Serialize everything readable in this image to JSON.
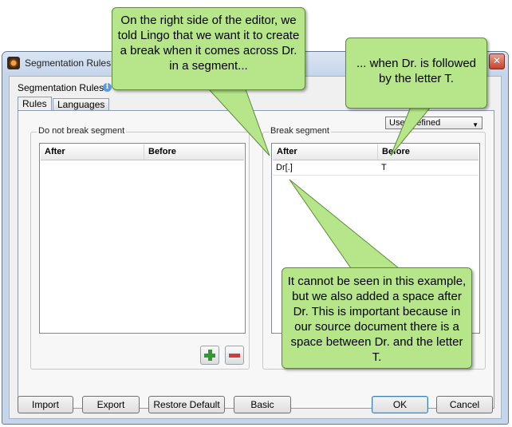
{
  "window": {
    "title": "Segmentation Rules",
    "close_glyph": "✕"
  },
  "section": {
    "label": "Segmentation Rules",
    "info_glyph": "i"
  },
  "tabs": [
    {
      "label": "Rules",
      "active": true
    },
    {
      "label": "Languages",
      "active": false
    }
  ],
  "no_break": {
    "title": "Do not break segment",
    "columns": [
      "After",
      "Before"
    ],
    "rows": []
  },
  "break": {
    "title": "Break segment",
    "columns": [
      "After",
      "Before"
    ],
    "rows": [
      {
        "after": "Dr[.]",
        "before": "T"
      }
    ]
  },
  "dropdown": {
    "value": "User Defined"
  },
  "buttons": {
    "import": "Import",
    "export": "Export",
    "restore": "Restore Default",
    "basic": "Basic",
    "ok": "OK",
    "cancel": "Cancel"
  },
  "callouts": {
    "top_left": "On the right side of the editor, we told Lingo that we want it to create a break when it comes across Dr. in a segment...",
    "top_right": "... when Dr. is followed by the letter T.",
    "bottom": "It cannot be seen in this example, but we also added a space after Dr. This is important because in our source document there is a space between Dr. and the letter T."
  },
  "colors": {
    "callout_fill": "#b7e68a",
    "callout_border": "#5e8a3a",
    "add_green": "#2f9a2f",
    "remove_red": "#d23b3b"
  }
}
